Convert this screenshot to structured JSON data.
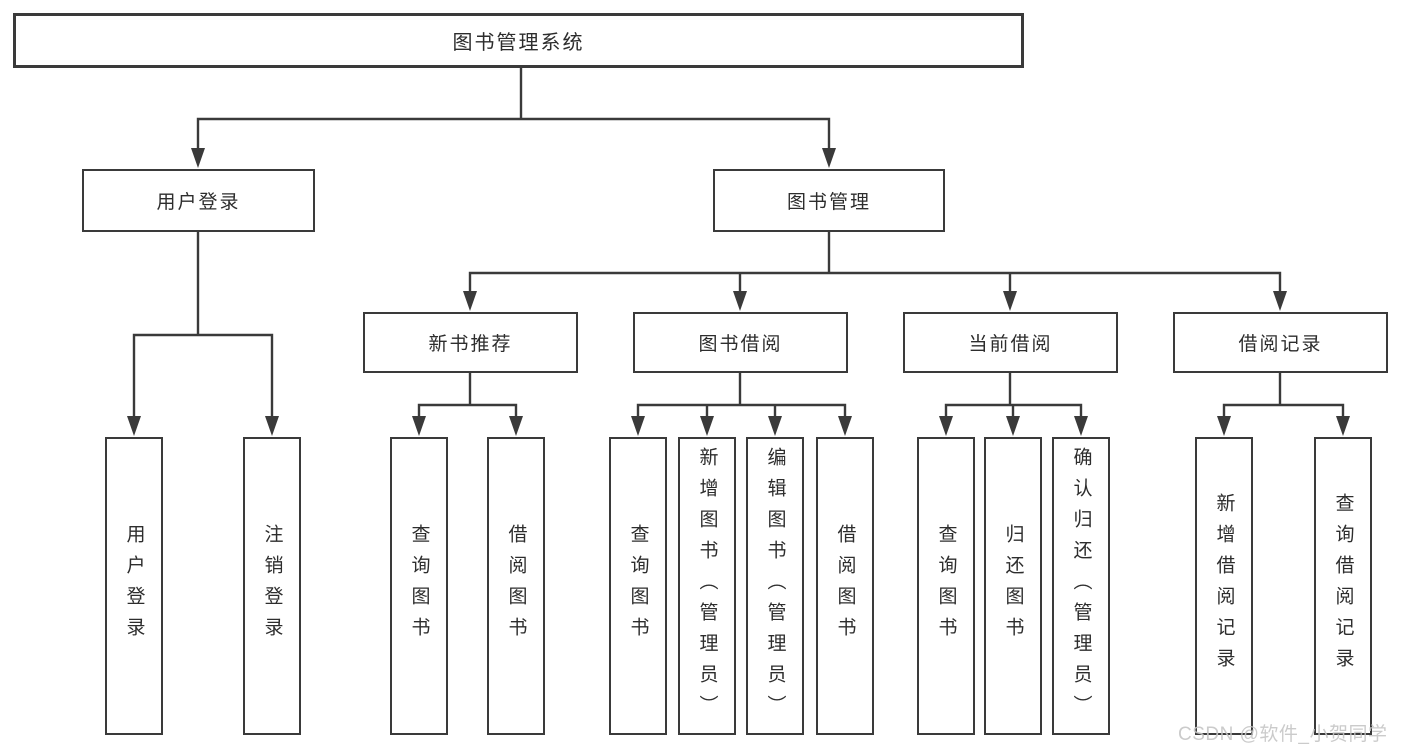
{
  "watermark": "CSDN @软件_小贺同学",
  "colors": {
    "line": "#3a3a3a",
    "box_border": "#3a3a3a",
    "text": "#2d2d2d",
    "background": "#ffffff",
    "watermark": "#c6c6c6"
  },
  "tree": {
    "label": "图书管理系统",
    "children": [
      {
        "label": "用户登录",
        "children": [
          {
            "label": "用户登录"
          },
          {
            "label": "注销登录"
          }
        ]
      },
      {
        "label": "图书管理",
        "children": [
          {
            "label": "新书推荐",
            "children": [
              {
                "label": "查询图书"
              },
              {
                "label": "借阅图书"
              }
            ]
          },
          {
            "label": "图书借阅",
            "children": [
              {
                "label": "查询图书"
              },
              {
                "label": "新增图书（管理员）"
              },
              {
                "label": "编辑图书（管理员）"
              },
              {
                "label": "借阅图书"
              }
            ]
          },
          {
            "label": "当前借阅",
            "children": [
              {
                "label": "查询图书"
              },
              {
                "label": "归还图书"
              },
              {
                "label": "确认归还（管理员）"
              }
            ]
          },
          {
            "label": "借阅记录",
            "children": [
              {
                "label": "新增借阅记录"
              },
              {
                "label": "查询借阅记录"
              }
            ]
          }
        ]
      }
    ]
  }
}
